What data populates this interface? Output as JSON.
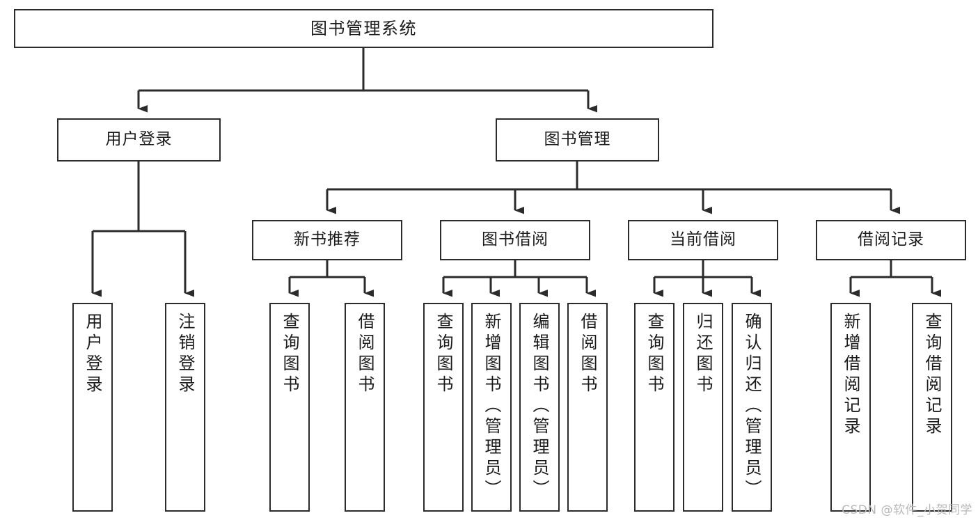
{
  "diagram": {
    "type": "tree",
    "title": "图书管理系统",
    "style": {
      "box_border_color": "#2b2b2b",
      "box_fill_color": "#ffffff",
      "connector_color": "#2b2b2b",
      "text_color": "#1a1a1a",
      "background": "#ffffff",
      "watermark_color": "#b9b9b9"
    },
    "root": {
      "label": "图书管理系统"
    },
    "level2": [
      {
        "label": "用户登录"
      },
      {
        "label": "图书管理"
      }
    ],
    "level3": [
      {
        "label": "新书推荐"
      },
      {
        "label": "图书借阅"
      },
      {
        "label": "当前借阅"
      },
      {
        "label": "借阅记录"
      }
    ],
    "leaves": {
      "user_login": [
        {
          "label": "用户登录"
        },
        {
          "label": "注销登录"
        }
      ],
      "new_book_recommend": [
        {
          "label": "查询图书"
        },
        {
          "label": "借阅图书"
        }
      ],
      "book_borrow": [
        {
          "label": "查询图书"
        },
        {
          "label": "新增图书（管理员）"
        },
        {
          "label": "编辑图书（管理员）"
        },
        {
          "label": "借阅图书"
        }
      ],
      "current_borrow": [
        {
          "label": "查询图书"
        },
        {
          "label": "归还图书"
        },
        {
          "label": "确认归还（管理员）"
        }
      ],
      "borrow_record": [
        {
          "label": "新增借阅记录"
        },
        {
          "label": "查询借阅记录"
        }
      ]
    }
  },
  "watermark": {
    "text": "CSDN @软件_小贺同学"
  }
}
